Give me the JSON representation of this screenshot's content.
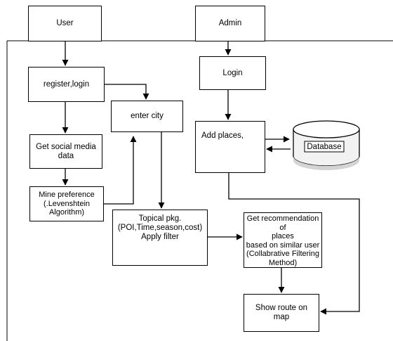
{
  "lanes": {
    "user": "User",
    "admin": "Admin"
  },
  "nodes": {
    "register_login": "register,login",
    "social_media": "Get social media\ndata",
    "mine_preference": "Mine preference\n(.Levenshtein\nAlgorithm)",
    "enter_city": "enter city",
    "topical_pkg": "Topical pkg.\n(POI,Time,season,cost)\nApply filter",
    "recommendation": "Get recommendation of\nplaces\nbased on similar user\n(Collabrative Filtering\nMethod)",
    "show_route": "Show route on\nmap",
    "admin_login": "Login",
    "add_places": "Add places,",
    "database": "Database"
  }
}
